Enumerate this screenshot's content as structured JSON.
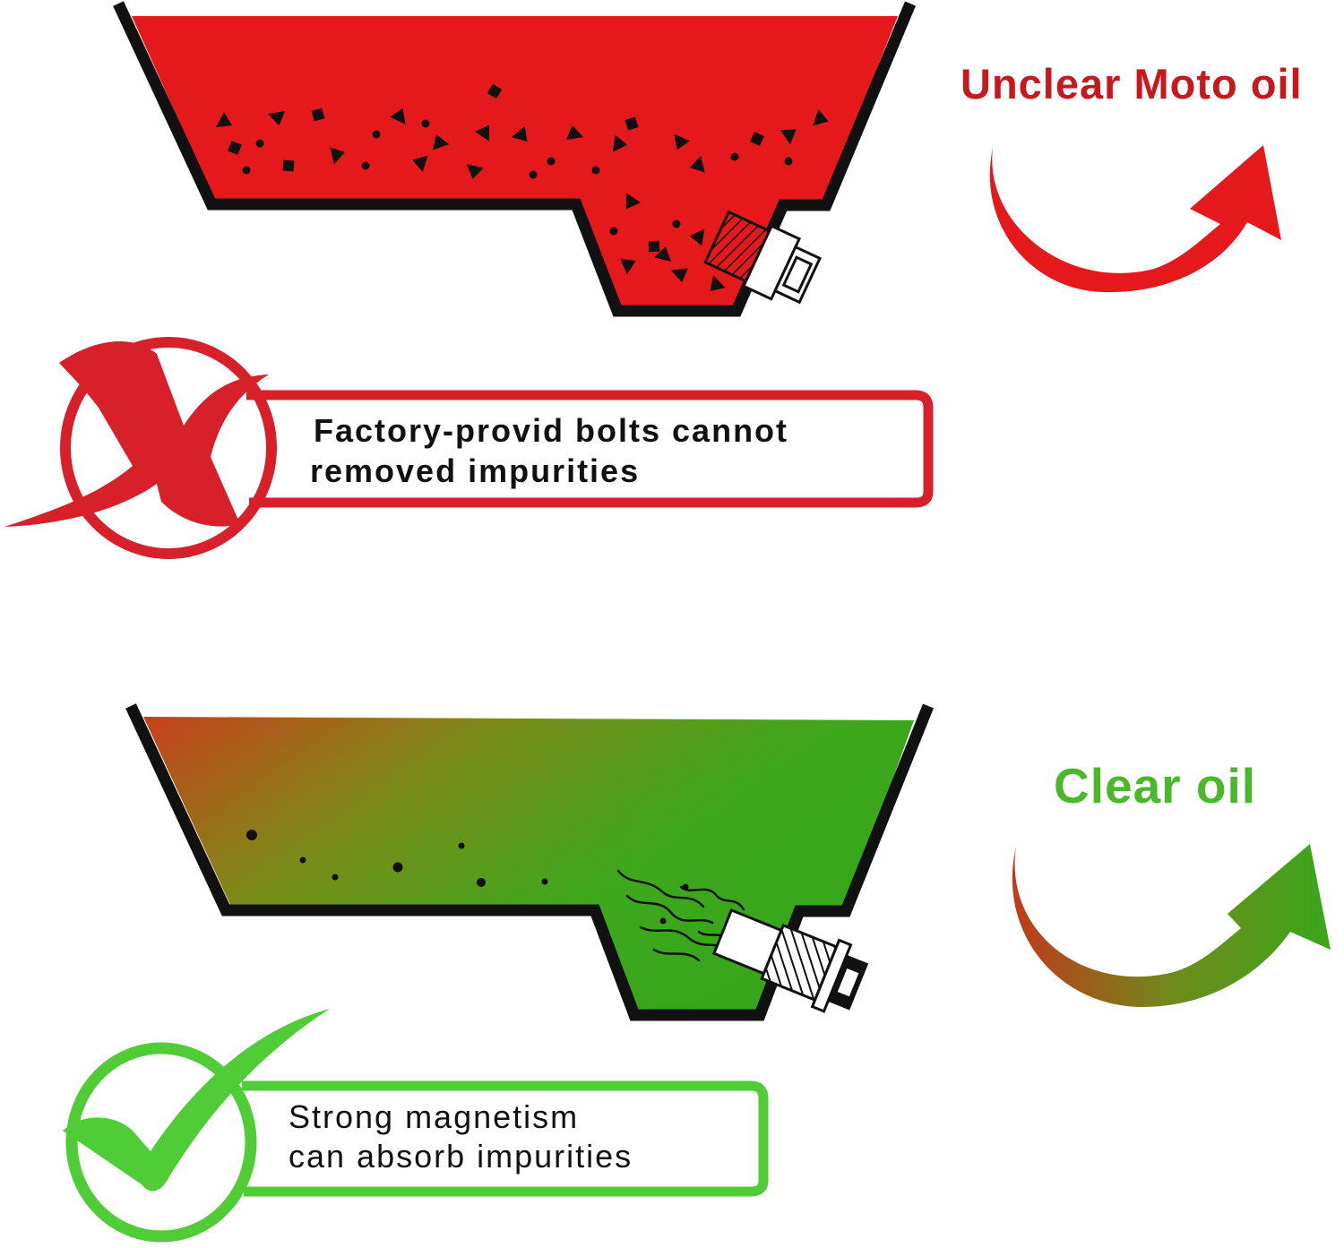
{
  "top_panel": {
    "heading": "Unclear Moto oil",
    "callout_line1": "Factory-provid bolts cannot",
    "callout_line2": "removed impurities"
  },
  "bottom_panel": {
    "heading": "Clear oil",
    "callout_line1": "Strong magnetism",
    "callout_line2": "can absorb impurities"
  },
  "colors": {
    "dirty_oil": "#e5191c",
    "clean_oil": "#3ea81c",
    "heading_red": "#c8171d",
    "heading_green": "#4bb82c",
    "x_mark": "#d8202a",
    "check_mark": "#4fcc36",
    "pan_outline": "#111111"
  },
  "icons": [
    "x-mark-icon",
    "check-mark-icon",
    "curved-arrow-icon",
    "drain-bolt-icon",
    "magnetic-bolt-icon"
  ]
}
